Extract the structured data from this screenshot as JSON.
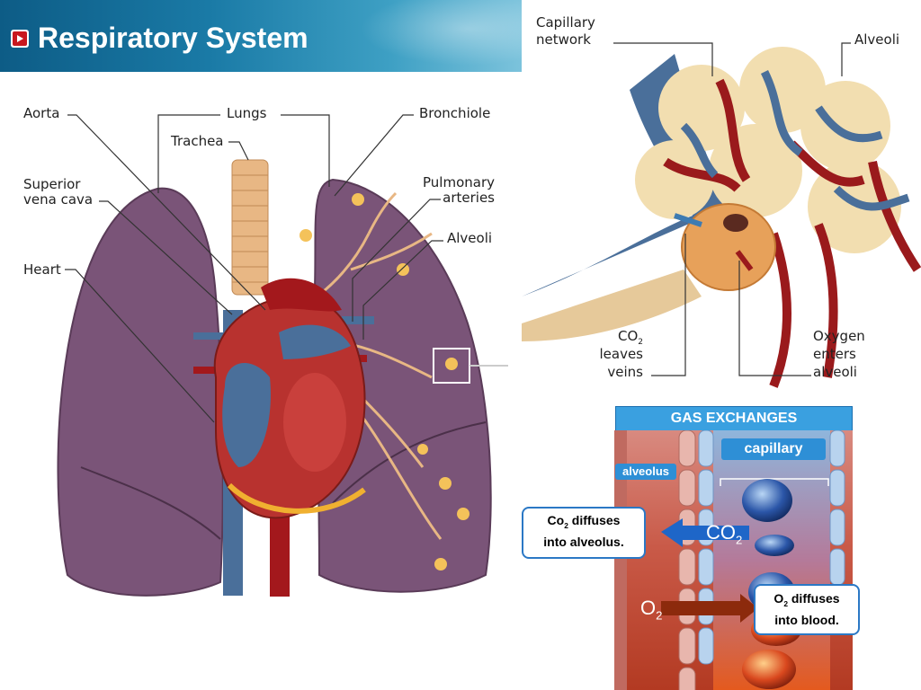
{
  "slide": {
    "title": "Respiratory System",
    "title_icon": "play-icon",
    "title_bar_color": "#1a7aa6"
  },
  "lung_diagram": {
    "labels": {
      "aorta": "Aorta",
      "lungs": "Lungs",
      "trachea": "Trachea",
      "bronchiole": "Bronchiole",
      "superior_vena_cava_1": "Superior",
      "superior_vena_cava_2": "vena cava",
      "pulmonary_arteries_1": "Pulmonary",
      "pulmonary_arteries_2": "arteries",
      "alveoli": "Alveoli",
      "heart": "Heart"
    }
  },
  "capillary_diagram": {
    "labels": {
      "capillary_network_1": "Capillary",
      "capillary_network_2": "network",
      "alveoli": "Alveoli",
      "co2_leaves_1": "CO",
      "co2_leaves_sub": "2",
      "co2_leaves_2": "leaves",
      "co2_leaves_3": "veins",
      "oxygen_enters_1": "Oxygen",
      "oxygen_enters_2": "enters",
      "oxygen_enters_3": "alveoli"
    }
  },
  "gas_exchange": {
    "header": "GAS EXCHANGES",
    "capillary_tag": "capillary",
    "alveolus_tag": "alveolus",
    "co2_label": "CO",
    "co2_sub": "2",
    "o2_label": "O",
    "o2_sub": "2",
    "co2_callout_a": "Co",
    "co2_callout_sub": "2",
    "co2_callout_b": " diffuses",
    "co2_callout_c": "into alveolus.",
    "o2_callout_a": "O",
    "o2_callout_sub": "2",
    "o2_callout_b": " diffuses",
    "o2_callout_c": "into blood."
  },
  "colors": {
    "lung": "#7a5478",
    "artery_red": "#a3181c",
    "vein_blue": "#4a6f9a",
    "accent_blue": "#2e8fd6"
  }
}
